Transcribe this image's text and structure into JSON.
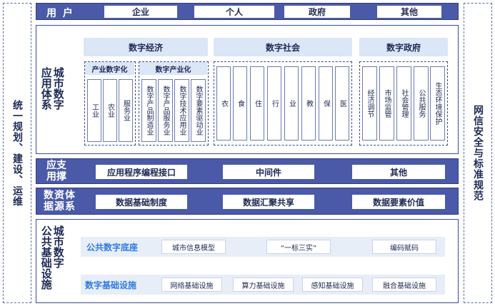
{
  "left_label": "统一规划、建设、运维",
  "right_label": "网信安全与标准规范",
  "users": {
    "title": "用 户",
    "items": [
      "企业",
      "个人",
      "政府",
      "其他"
    ]
  },
  "app_system": {
    "title_a": "城市数字",
    "title_b": "应用体系",
    "digital_economy": {
      "title": "数字经济",
      "industry_digitalization": {
        "title": "产业数字化",
        "items": [
          "工业",
          "农业",
          "服务业"
        ]
      },
      "digital_industrialization": {
        "title": "数字产业化",
        "items": [
          "数字产品制造业",
          "数字产品服务业",
          "数字技术应用业",
          "数字要素驱动业"
        ]
      }
    },
    "digital_society": {
      "title": "数字社会",
      "items": [
        "衣",
        "食",
        "住",
        "行",
        "业",
        "教",
        "保",
        "医"
      ]
    },
    "digital_government": {
      "title": "数字政府",
      "items": [
        "经济调节",
        "市场监管",
        "社会管理",
        "公共服务",
        "生态环境保护"
      ]
    }
  },
  "support": {
    "title_a": "应支",
    "title_b": "用撑",
    "items": [
      "应用程序编程接口",
      "中间件",
      "其他"
    ]
  },
  "data_resources": {
    "title_a": "数资体",
    "title_b": "据源系",
    "items": [
      "数据基础制度",
      "数据汇聚共享",
      "数据要素价值"
    ]
  },
  "infrastructure": {
    "title_a": "城市数字",
    "title_b": "公共基础设施",
    "public_base": {
      "label": "公共数字底座",
      "items": [
        "城市信息模型",
        "“一标三实”",
        "编码赋码"
      ]
    },
    "digital_infra": {
      "label": "数字基础设施",
      "items": [
        "网络基础设施",
        "算力基础设施",
        "感知基础设施",
        "融合基础设施"
      ]
    }
  }
}
